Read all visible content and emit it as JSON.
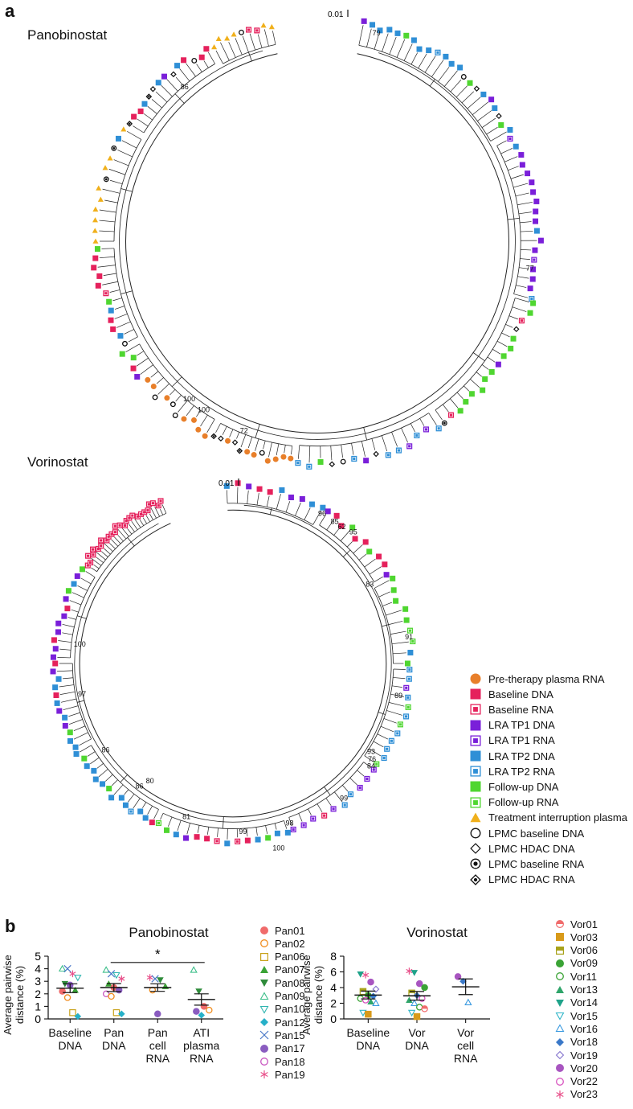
{
  "panel_a": {
    "letter": "a",
    "pan_title": "Panobinostat",
    "vor_title": "Vorinostat",
    "scale_label": "0.01",
    "pan_bootstrap": [
      "79",
      "77",
      "86",
      "100",
      "100",
      "72"
    ],
    "vor_bootstrap": [
      "96",
      "85",
      "62",
      "95",
      "83",
      "91",
      "97",
      "89",
      "100",
      "86",
      "86",
      "80",
      "84",
      "76",
      "93",
      "99",
      "98",
      "81",
      "99",
      "100"
    ],
    "legend": [
      {
        "label": "Pre-therapy plasma RNA",
        "shape": "circle-filled",
        "color": "#e87f2a"
      },
      {
        "label": "Baseline DNA",
        "shape": "square-filled",
        "color": "#e5215c"
      },
      {
        "label": "Baseline RNA",
        "shape": "square-boxed",
        "color": "#e5215c"
      },
      {
        "label": "LRA TP1 DNA",
        "shape": "square-filled",
        "color": "#7a1fd9"
      },
      {
        "label": "LRA TP1 RNA",
        "shape": "square-boxed",
        "color": "#7a1fd9"
      },
      {
        "label": "LRA TP2 DNA",
        "shape": "square-filled",
        "color": "#2f8fd6"
      },
      {
        "label": "LRA TP2 RNA",
        "shape": "square-boxed",
        "color": "#2f8fd6"
      },
      {
        "label": "Follow-up DNA",
        "shape": "square-filled",
        "color": "#4fd630"
      },
      {
        "label": "Follow-up RNA",
        "shape": "square-boxed",
        "color": "#4fd630"
      },
      {
        "label": "Treatment interruption plasma",
        "shape": "triangle-filled",
        "color": "#f0b01c"
      },
      {
        "label": "LPMC baseline DNA",
        "shape": "circle-open",
        "color": "#111111"
      },
      {
        "label": "LPMC HDAC DNA",
        "shape": "diamond-open",
        "color": "#111111"
      },
      {
        "label": "LPMC baseline RNA",
        "shape": "circle-dot",
        "color": "#111111"
      },
      {
        "label": "LPMC HDAC RNA",
        "shape": "diamond-dot",
        "color": "#111111"
      }
    ]
  },
  "panel_b": {
    "letter": "b",
    "pan_participants": [
      {
        "label": "Pan01",
        "shape": "circle-filled",
        "color": "#f06b6b"
      },
      {
        "label": "Pan02",
        "shape": "circle-open",
        "color": "#f08c1e"
      },
      {
        "label": "Pan06",
        "shape": "square-open",
        "color": "#c8a21a"
      },
      {
        "label": "Pan07",
        "shape": "triangle-filled",
        "color": "#3aa335"
      },
      {
        "label": "Pan08",
        "shape": "triangle-down-filled",
        "color": "#2e8b3a"
      },
      {
        "label": "Pan09",
        "shape": "triangle-open",
        "color": "#3dbf8a"
      },
      {
        "label": "Pan10",
        "shape": "triangle-down-open",
        "color": "#2fb5b0"
      },
      {
        "label": "Pan12",
        "shape": "diamond-filled",
        "color": "#26b0c8"
      },
      {
        "label": "Pan15",
        "shape": "x-mark",
        "color": "#4a78c8"
      },
      {
        "label": "Pan17",
        "shape": "circle-filled",
        "color": "#8a5cc0"
      },
      {
        "label": "Pan18",
        "shape": "circle-open",
        "color": "#c855c0"
      },
      {
        "label": "Pan19",
        "shape": "asterisk",
        "color": "#e8508a"
      }
    ],
    "vor_participants": [
      {
        "label": "Vor01",
        "shape": "circle-half",
        "color": "#f06b6b"
      },
      {
        "label": "Vor03",
        "shape": "square-filled",
        "color": "#d89a1a"
      },
      {
        "label": "Vor06",
        "shape": "square-half",
        "color": "#a8a21a"
      },
      {
        "label": "Vor09",
        "shape": "circle-filled",
        "color": "#3aa335"
      },
      {
        "label": "Vor11",
        "shape": "circle-open",
        "color": "#3aa335"
      },
      {
        "label": "Vor13",
        "shape": "triangle-filled",
        "color": "#2fa56a"
      },
      {
        "label": "Vor14",
        "shape": "triangle-down-filled",
        "color": "#1fa38a"
      },
      {
        "label": "Vor15",
        "shape": "triangle-down-open",
        "color": "#2fb5c8"
      },
      {
        "label": "Vor16",
        "shape": "triangle-open",
        "color": "#3a9ae0"
      },
      {
        "label": "Vor18",
        "shape": "diamond-filled",
        "color": "#3a78c8"
      },
      {
        "label": "Vor19",
        "shape": "diamond-open",
        "color": "#8a7ad0"
      },
      {
        "label": "Vor20",
        "shape": "circle-filled",
        "color": "#a855c0"
      },
      {
        "label": "Vor22",
        "shape": "circle-open",
        "color": "#d855c0"
      },
      {
        "label": "Vor23",
        "shape": "asterisk",
        "color": "#e8508a"
      }
    ]
  },
  "chart_data": [
    {
      "type": "scatter",
      "title": "Panobinostat",
      "ylabel": "Average pairwise distance (%)",
      "xlabel": "",
      "ylim": [
        0,
        5
      ],
      "yticks": [
        "0",
        "1",
        "2",
        "3",
        "4",
        "5"
      ],
      "categories": [
        "Baseline\nDNA",
        "Pan\nDNA",
        "Pan\ncell\nRNA",
        "ATI\nplasma\nRNA"
      ],
      "means": [
        2.45,
        2.5,
        2.5,
        1.55
      ],
      "sem": [
        0.35,
        0.32,
        0.3,
        0.45
      ],
      "significance": {
        "label": "*",
        "between": [
          1,
          3
        ]
      },
      "points": [
        [
          {
            "p": "Pan09",
            "y": 4.0
          },
          {
            "p": "Pan15",
            "y": 4.0
          },
          {
            "p": "Pan19",
            "y": 3.6
          },
          {
            "p": "Pan10",
            "y": 3.3
          },
          {
            "p": "Pan08",
            "y": 2.8
          },
          {
            "p": "Pan17",
            "y": 2.7
          },
          {
            "p": "Pan07",
            "y": 2.3
          },
          {
            "p": "Pan01",
            "y": 2.2
          },
          {
            "p": "Pan02",
            "y": 1.7
          },
          {
            "p": "Pan06",
            "y": 0.5
          },
          {
            "p": "Pan12",
            "y": 0.2
          }
        ],
        [
          {
            "p": "Pan09",
            "y": 3.9
          },
          {
            "p": "Pan15",
            "y": 3.6
          },
          {
            "p": "Pan10",
            "y": 3.5
          },
          {
            "p": "Pan19",
            "y": 3.2
          },
          {
            "p": "Pan07",
            "y": 2.8
          },
          {
            "p": "Pan01",
            "y": 2.5
          },
          {
            "p": "Pan17",
            "y": 2.3
          },
          {
            "p": "Pan18",
            "y": 2.0
          },
          {
            "p": "Pan02",
            "y": 1.8
          },
          {
            "p": "Pan06",
            "y": 0.5
          },
          {
            "p": "Pan12",
            "y": 0.4
          }
        ],
        [
          {
            "p": "Pan19",
            "y": 3.3
          },
          {
            "p": "Pan15",
            "y": 3.2
          },
          {
            "p": "Pan08",
            "y": 3.1
          },
          {
            "p": "Pan07",
            "y": 2.6
          },
          {
            "p": "Pan02",
            "y": 2.3
          },
          {
            "p": "Pan17",
            "y": 0.4
          }
        ],
        [
          {
            "p": "Pan09",
            "y": 3.9
          },
          {
            "p": "Pan08",
            "y": 2.2
          },
          {
            "p": "Pan01",
            "y": 1.0
          },
          {
            "p": "Pan02",
            "y": 0.7
          },
          {
            "p": "Pan17",
            "y": 0.6
          },
          {
            "p": "Pan12",
            "y": 0.3
          }
        ]
      ]
    },
    {
      "type": "scatter",
      "title": "Vorinostat",
      "ylabel": "Average pairwise distance (%)",
      "xlabel": "",
      "ylim": [
        0,
        8
      ],
      "yticks": [
        "0",
        "2",
        "4",
        "6",
        "8"
      ],
      "categories": [
        "Baseline\nDNA",
        "Vor\nDNA",
        "Vor\ncell\nRNA"
      ],
      "means": [
        3.05,
        2.95,
        4.1
      ],
      "sem": [
        0.5,
        0.55,
        1.0
      ],
      "points": [
        [
          {
            "p": "Vor14",
            "y": 5.7
          },
          {
            "p": "Vor23",
            "y": 5.6
          },
          {
            "p": "Vor20",
            "y": 4.7
          },
          {
            "p": "Vor19",
            "y": 3.8
          },
          {
            "p": "Vor06",
            "y": 3.5
          },
          {
            "p": "Vor09",
            "y": 3.0
          },
          {
            "p": "Vor18",
            "y": 2.9
          },
          {
            "p": "Vor11",
            "y": 2.6
          },
          {
            "p": "Vor22",
            "y": 2.4
          },
          {
            "p": "Vor13",
            "y": 2.2
          },
          {
            "p": "Vor16",
            "y": 2.0
          },
          {
            "p": "Vor15",
            "y": 0.8
          },
          {
            "p": "Vor03",
            "y": 0.6
          }
        ],
        [
          {
            "p": "Vor23",
            "y": 6.1
          },
          {
            "p": "Vor14",
            "y": 5.9
          },
          {
            "p": "Vor20",
            "y": 4.5
          },
          {
            "p": "Vor09",
            "y": 4.0
          },
          {
            "p": "Vor06",
            "y": 3.3
          },
          {
            "p": "Vor18",
            "y": 3.0
          },
          {
            "p": "Vor22",
            "y": 2.6
          },
          {
            "p": "Vor13",
            "y": 2.4
          },
          {
            "p": "Vor16",
            "y": 2.0
          },
          {
            "p": "Vor11",
            "y": 1.5
          },
          {
            "p": "Vor01",
            "y": 1.3
          },
          {
            "p": "Vor15",
            "y": 0.8
          },
          {
            "p": "Vor03",
            "y": 0.3
          }
        ],
        [
          {
            "p": "Vor20",
            "y": 5.4
          },
          {
            "p": "Vor18",
            "y": 4.8
          },
          {
            "p": "Vor16",
            "y": 2.1
          }
        ]
      ]
    }
  ]
}
